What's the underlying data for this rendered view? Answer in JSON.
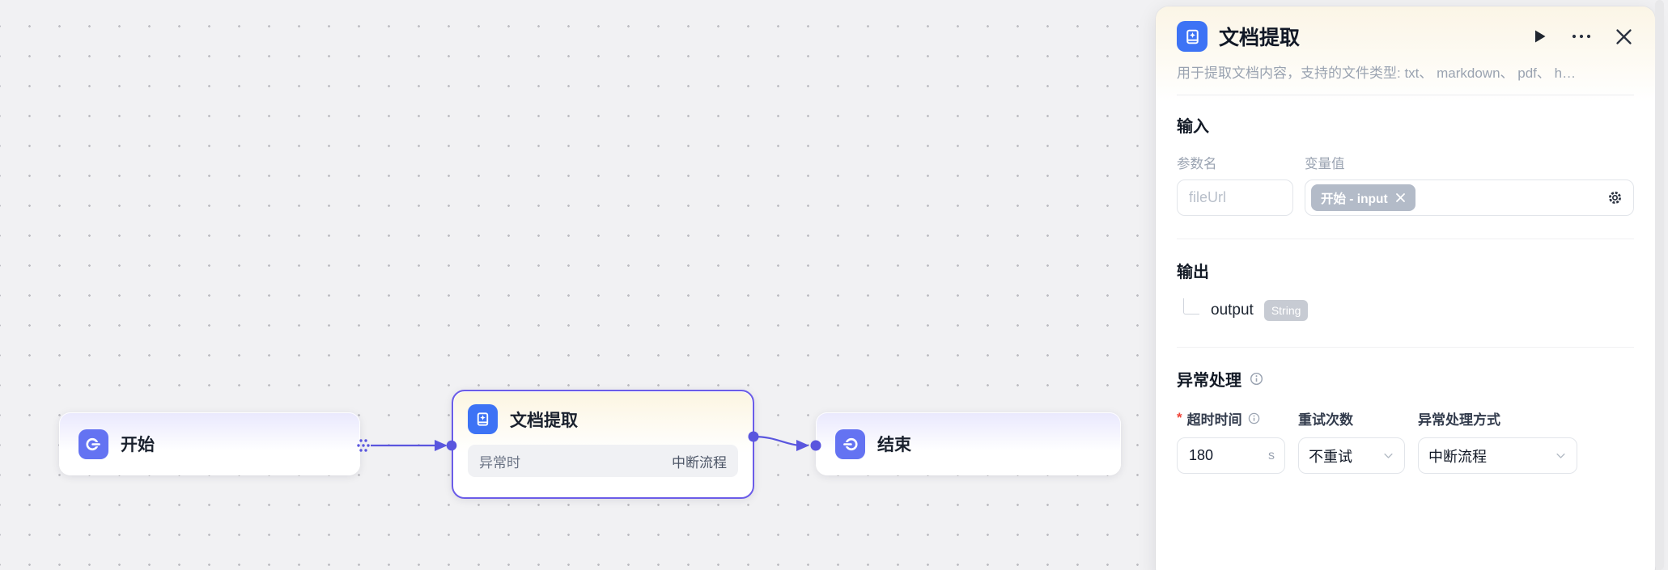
{
  "canvas": {
    "nodes": {
      "start": {
        "title": "开始"
      },
      "doc": {
        "title": "文档提取",
        "error_label": "异常时",
        "error_value": "中断流程"
      },
      "end": {
        "title": "结束"
      }
    }
  },
  "panel": {
    "title": "文档提取",
    "description": "用于提取文档内容，支持的文件类型: txt、 markdown、 pdf、 h…",
    "input_section": {
      "heading": "输入",
      "param_label": "参数名",
      "param_placeholder": "fileUrl",
      "value_label": "变量值",
      "value_tag": "开始 - input"
    },
    "output_section": {
      "heading": "输出",
      "var_name": "output",
      "var_type": "String"
    },
    "exception_section": {
      "heading": "异常处理",
      "required_mark": "*",
      "timeout_label": "超时时间",
      "timeout_value": "180",
      "timeout_unit": "s",
      "retry_label": "重试次数",
      "retry_value": "不重试",
      "handle_label": "异常处理方式",
      "handle_value": "中断流程"
    },
    "icons": {
      "node": "document-book",
      "run": "play-triangle",
      "more": "ellipsis",
      "close": "x-mark",
      "settings": "gear",
      "info": "circle-i",
      "chevron": "chevron-down",
      "tag_remove": "x-mark"
    },
    "colors": {
      "accent_edge": "#5a56de",
      "selected_border": "#6b5ce8",
      "start_end_icon_bg": "#6473f2",
      "doc_icon_bg": "#3d73f5",
      "canvas_bg": "#f1f1f3",
      "header_tint": "#fbf5e6",
      "tag_bg": "#b3bbc8",
      "badge_bg": "#c7cbd3"
    }
  }
}
